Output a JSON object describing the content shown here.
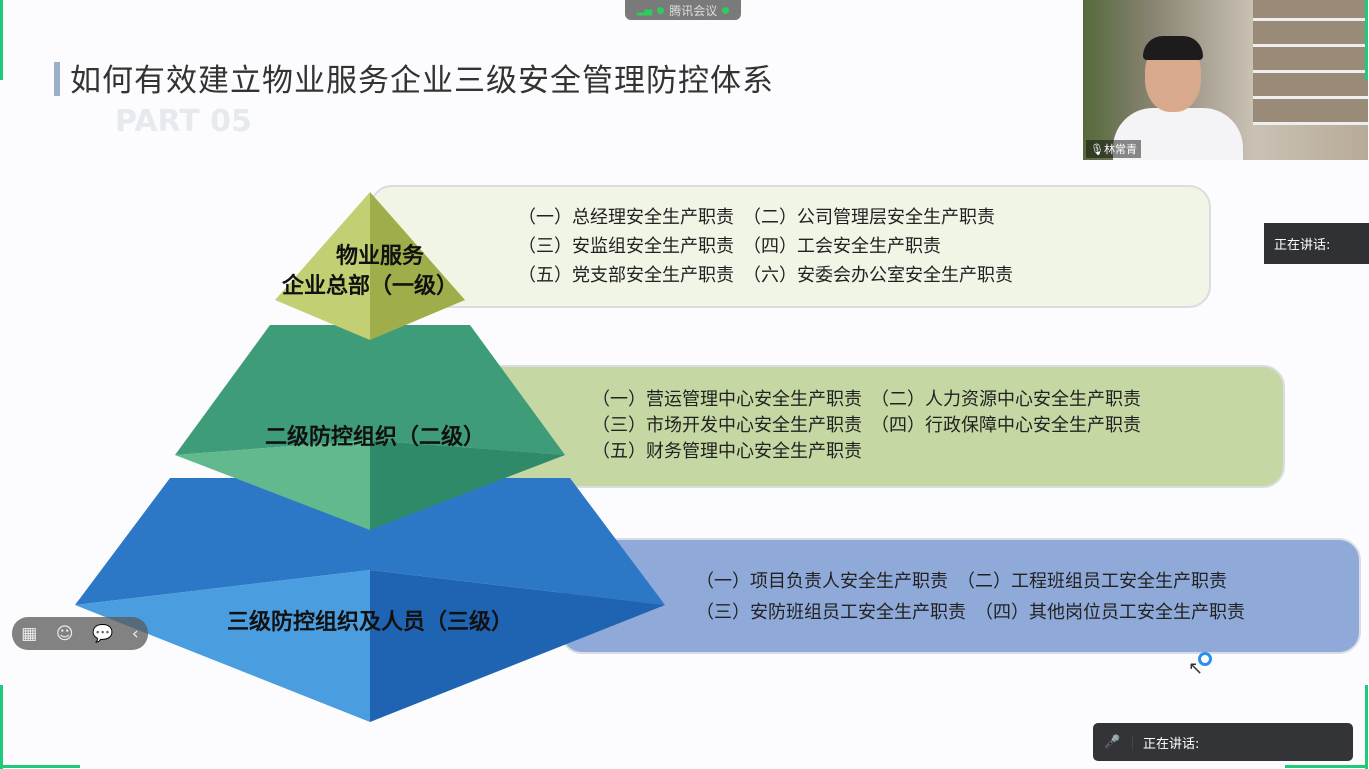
{
  "meeting_bar": {
    "label": "腾讯会议"
  },
  "slide": {
    "title": "如何有效建立物业服务企业三级安全管理防控体系",
    "watermark": "PART 05",
    "levels": [
      {
        "label_line1": "物业服务",
        "label_line2": "企业总部（一级）",
        "rows": [
          "（一）总经理安全生产职责　（二）公司管理层安全生产职责",
          "（三）安监组安全生产职责　（四）工会安全生产职责",
          "（五）党支部安全生产职责　（六）安委会办公室安全生产职责"
        ]
      },
      {
        "label": "二级防控组织（二级）",
        "rows": [
          "（一）营运管理中心安全生产职责　（二）人力资源中心安全生产职责",
          "（三）市场开发中心安全生产职责　（四）行政保障中心安全生产职责",
          "（五）财务管理中心安全生产职责"
        ]
      },
      {
        "label": "三级防控组织及人员（三级）",
        "rows": [
          "（一）项目负责人安全生产职责　（二）工程班组员工安全生产职责",
          "（三）安防班组员工安全生产职责　（四）其他岗位员工安全生产职责"
        ]
      }
    ]
  },
  "video": {
    "participant_name": "林常青"
  },
  "speaking_label_top": "正在讲话:",
  "speaking_label_bottom": "正在讲话:"
}
